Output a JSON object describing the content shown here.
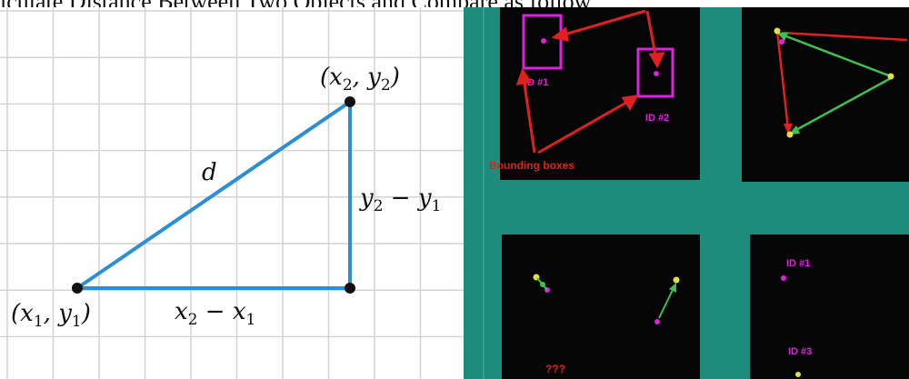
{
  "header": {
    "text": "lculate Distance Between Two Objects and Compare as follow"
  },
  "diagram": {
    "point1_label": "(x1, y1)",
    "point2_label": "(x2, y2)",
    "hyp_label": "d",
    "vert_label": "y2 − y1",
    "horiz_label": "x2 − x1",
    "line_color": "#2a8fd6"
  },
  "screens": {
    "id1": "ID #1",
    "id2": "ID #2",
    "bbox_label": "Bounding boxes",
    "id1_b": "ID #1",
    "id3": "ID #3",
    "qqq": "???",
    "box_color": "#e020e0",
    "arrow_red": "#e02020",
    "arrow_green": "#40c050",
    "bg_teal": "#1e8c7c"
  }
}
